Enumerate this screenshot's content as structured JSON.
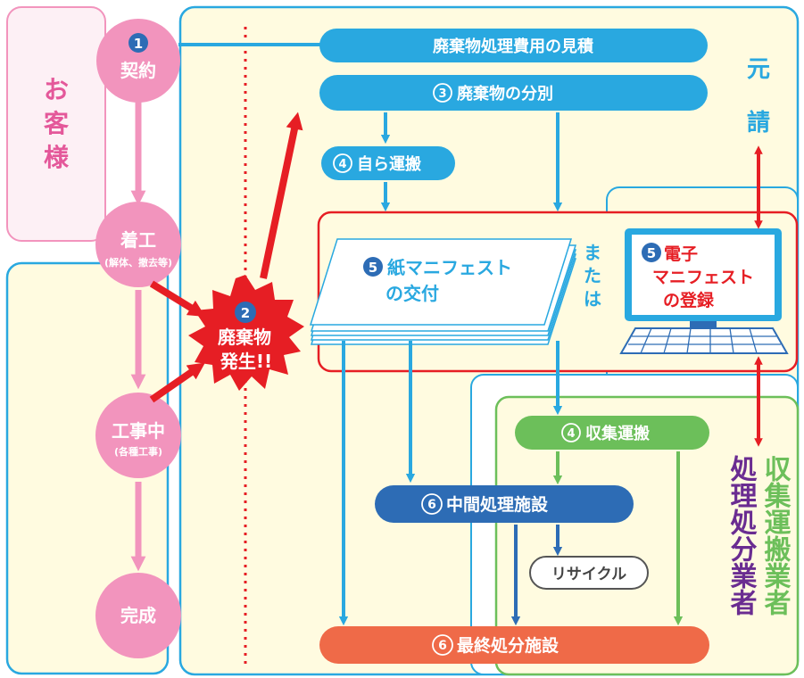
{
  "customer": {
    "label_line1": "お",
    "label_line2": "客",
    "label_line3": "様"
  },
  "prime_contractor": {
    "label_line1": "元",
    "label_line2": "請"
  },
  "collection_transport_company": {
    "label": "収集運搬業者"
  },
  "disposal_company": {
    "label": "処理処分業者"
  },
  "stages": {
    "contract": {
      "number": "1",
      "label": "契約"
    },
    "start": {
      "label": "着工",
      "sub": "(解体、撤去等)"
    },
    "in_progress": {
      "label": "工事中",
      "sub": "(各種工事)"
    },
    "complete": {
      "label": "完成"
    }
  },
  "waste_generated": {
    "number": "2",
    "line1": "廃棄物",
    "line2": "発生!!"
  },
  "boxes": {
    "estimate": {
      "label": "廃棄物処理費用の見積"
    },
    "sorting": {
      "number": "3",
      "label": "廃棄物の分別"
    },
    "self_transport": {
      "number": "4",
      "label": "自ら運搬"
    },
    "paper_manifest": {
      "number": "5",
      "line1": "紙マニフェスト",
      "line2": "の交付"
    },
    "or_text": {
      "line1": "ま",
      "line2": "た",
      "line3": "は"
    },
    "e_manifest": {
      "number": "5",
      "line1": "電子",
      "line2": "マニフェスト",
      "line3": "の登録"
    },
    "collection": {
      "number": "4",
      "label": "収集運搬"
    },
    "intermediate": {
      "number": "6",
      "label": "中間処理施設"
    },
    "recycle": {
      "label": "リサイクル"
    },
    "final": {
      "number": "6",
      "label": "最終処分施設"
    }
  },
  "colors": {
    "pink": "#f294bd",
    "pink_dark": "#e4589a",
    "blue": "#29a8e0",
    "dark_blue": "#2d6cb5",
    "green": "#6cbf5a",
    "red": "#e61e24",
    "orange": "#ef6a48",
    "cream": "#fffbe0",
    "purple": "#6a2c91"
  }
}
